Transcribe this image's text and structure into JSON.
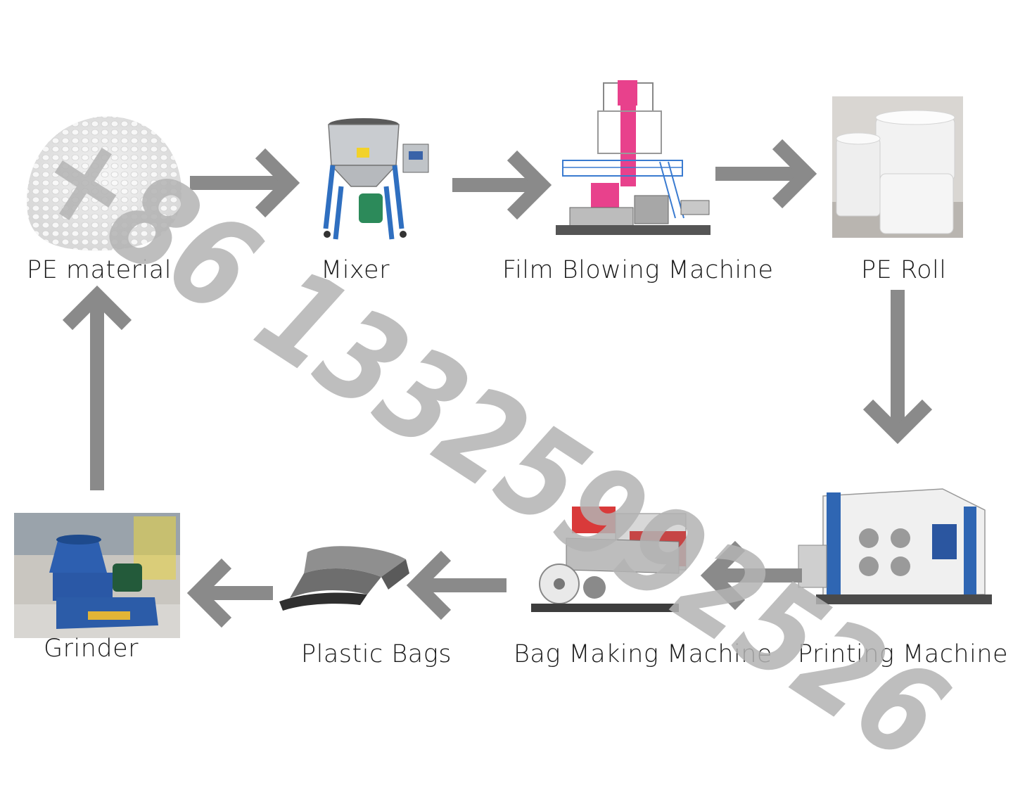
{
  "diagram": {
    "nodes": [
      {
        "id": "pe-material",
        "label": "PE material",
        "icon": "pe-pellets-photo"
      },
      {
        "id": "mixer",
        "label": "Mixer",
        "icon": "mixer-machine-photo"
      },
      {
        "id": "film-blowing",
        "label": "Film Blowing Machine",
        "icon": "film-blowing-machine-photo"
      },
      {
        "id": "pe-roll",
        "label": "PE Roll",
        "icon": "pe-roll-photo"
      },
      {
        "id": "printing",
        "label": "Printing Machine",
        "icon": "printing-machine-photo"
      },
      {
        "id": "bag-making",
        "label": "Bag Making Machine",
        "icon": "bag-making-machine-photo"
      },
      {
        "id": "plastic-bags",
        "label": "Plastic Bags",
        "icon": "plastic-bags-photo"
      },
      {
        "id": "grinder",
        "label": "Grinder",
        "icon": "grinder-machine-photo"
      }
    ],
    "edges": [
      {
        "from": "pe-material",
        "to": "mixer"
      },
      {
        "from": "mixer",
        "to": "film-blowing"
      },
      {
        "from": "film-blowing",
        "to": "pe-roll"
      },
      {
        "from": "pe-roll",
        "to": "printing"
      },
      {
        "from": "printing",
        "to": "bag-making"
      },
      {
        "from": "bag-making",
        "to": "plastic-bags"
      },
      {
        "from": "plastic-bags",
        "to": "grinder"
      },
      {
        "from": "grinder",
        "to": "pe-material"
      }
    ],
    "arrow_color": "#8a8a8a"
  },
  "watermark": {
    "text": "+86 13325992526",
    "color": "#b3b3b3"
  }
}
